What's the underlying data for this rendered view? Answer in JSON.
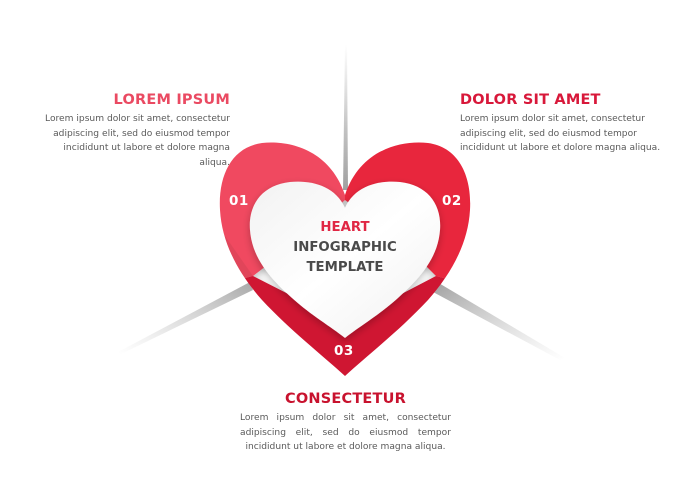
{
  "colors": {
    "segment_01": "#f04a60",
    "segment_02": "#e8263e",
    "segment_03": "#cf1230",
    "title_01": "#ea4a62",
    "title_02": "#d8183a",
    "title_03": "#c8122e",
    "body_text": "#5a5a5a",
    "center_accent": "#e02744",
    "center_dark": "#4a4a4a",
    "background": "#ffffff"
  },
  "center": {
    "line1": "HEART",
    "line2": "INFOGRAPHIC",
    "line3": "TEMPLATE"
  },
  "segments": [
    {
      "number": "01",
      "title": "LOREM IPSUM",
      "text": "Lorem ipsum dolor sit amet, consectetur adipiscing elit, sed do eiusmod tempor incididunt ut labore et dolore magna aliqua."
    },
    {
      "number": "02",
      "title": "DOLOR SIT AMET",
      "text": "Lorem ipsum dolor sit amet, consectetur adipiscing elit, sed do eiusmod tempor incididunt ut labore et dolore magna aliqua."
    },
    {
      "number": "03",
      "title": "CONSECTETUR",
      "text": "Lorem ipsum dolor sit amet, consectetur adipiscing elit, sed do eiusmod tempor incididunt ut labore et dolore magna aliqua."
    }
  ]
}
